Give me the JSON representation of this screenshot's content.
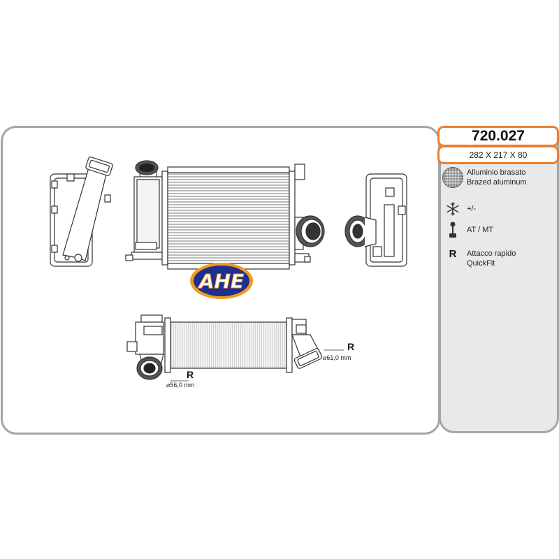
{
  "product": {
    "code": "720.027",
    "dimensions": "282 X 217 X 80"
  },
  "brand": {
    "logo_text": "AHE",
    "logo_fill": "#1f2f8f",
    "logo_ring": "#f39a1e"
  },
  "specs": {
    "material": {
      "icon": "brazed-aluminum-icon",
      "line1": "Alluminio brasato",
      "line2": "Brazed aluminum"
    },
    "ac": {
      "icon": "snowflake-icon",
      "label": "+/-"
    },
    "transmission": {
      "icon": "gear-shift-icon",
      "label": "AT / MT"
    },
    "connection": {
      "letter": "R",
      "line1": "Attacco rapido",
      "line2": "QuickFit"
    }
  },
  "drawing": {
    "left_connector": {
      "letter": "R",
      "diameter": "⌀56,0 mm"
    },
    "right_connector": {
      "letter": "R",
      "diameter": "⌀61,0 mm"
    }
  },
  "colors": {
    "accent_border": "#ef7d2c",
    "panel_border": "#a5a5a5",
    "info_background": "#e9e9e9"
  }
}
